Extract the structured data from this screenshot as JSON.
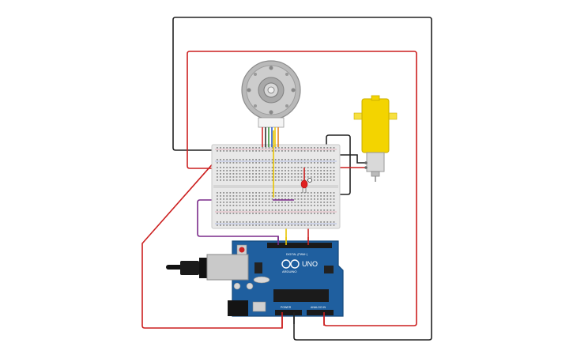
{
  "board": {
    "brand_label": "ARDUINO",
    "model_label": "UNO",
    "digital_label": "DIGITAL (PWM~)",
    "power_label": "POWER",
    "analog_label": "ANALOG IN"
  },
  "colors": {
    "board": "#1f5f9f",
    "board_dark": "#164a7d",
    "wire_red": "#cc1f1f",
    "wire_black": "#222222",
    "wire_purple": "#7a2a8a",
    "wire_yellow": "#e8c400",
    "wire_orange": "#e07a10",
    "wire_green": "#2e8b2e",
    "motor_yellow": "#f3d400",
    "breadboard": "#e8e8e8",
    "led": "#e02020"
  }
}
